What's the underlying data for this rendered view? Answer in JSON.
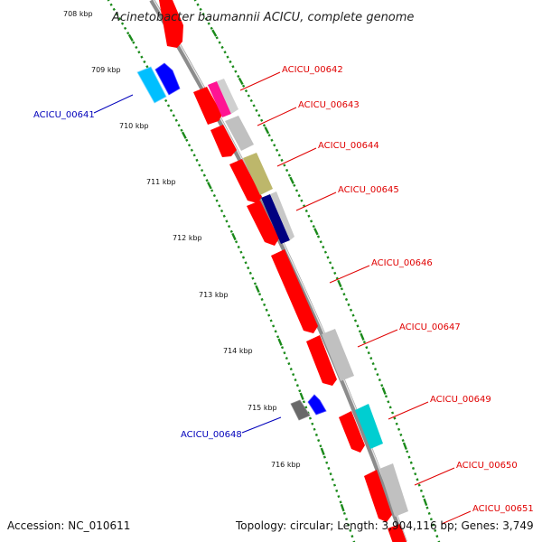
{
  "title": "Acinetobacter baumannii ACICU, complete genome",
  "accession_text": "Accession: NC_010611",
  "summary_text": "Topology: circular; Length: 3,904,116 bp; Genes: 3,749",
  "colors": {
    "backbone": "#8c8c8c",
    "tick": "#1a8a1a",
    "forward_label": "#e00000",
    "reverse_label": "#0000bb"
  },
  "kbp_ticks": [
    "708 kbp",
    "709 kbp",
    "710 kbp",
    "711 kbp",
    "712 kbp",
    "713 kbp",
    "714 kbp",
    "715 kbp",
    "716 kbp"
  ],
  "genes": [
    {
      "label": "ACICU_00641",
      "strand": "reverse"
    },
    {
      "label": "ACICU_00642",
      "strand": "forward"
    },
    {
      "label": "ACICU_00643",
      "strand": "forward"
    },
    {
      "label": "ACICU_00644",
      "strand": "forward"
    },
    {
      "label": "ACICU_00645",
      "strand": "forward"
    },
    {
      "label": "ACICU_00646",
      "strand": "forward"
    },
    {
      "label": "ACICU_00647",
      "strand": "forward"
    },
    {
      "label": "ACICU_00648",
      "strand": "reverse"
    },
    {
      "label": "ACICU_00649",
      "strand": "forward"
    },
    {
      "label": "ACICU_00650",
      "strand": "forward"
    },
    {
      "label": "ACICU_00651",
      "strand": "forward"
    }
  ],
  "feature_colors": [
    "#ff0000",
    "#ff1493",
    "#c0c0c0",
    "#bdb76b",
    "#000080",
    "#00ced1",
    "#0000ff",
    "#00bfff",
    "#696969"
  ]
}
